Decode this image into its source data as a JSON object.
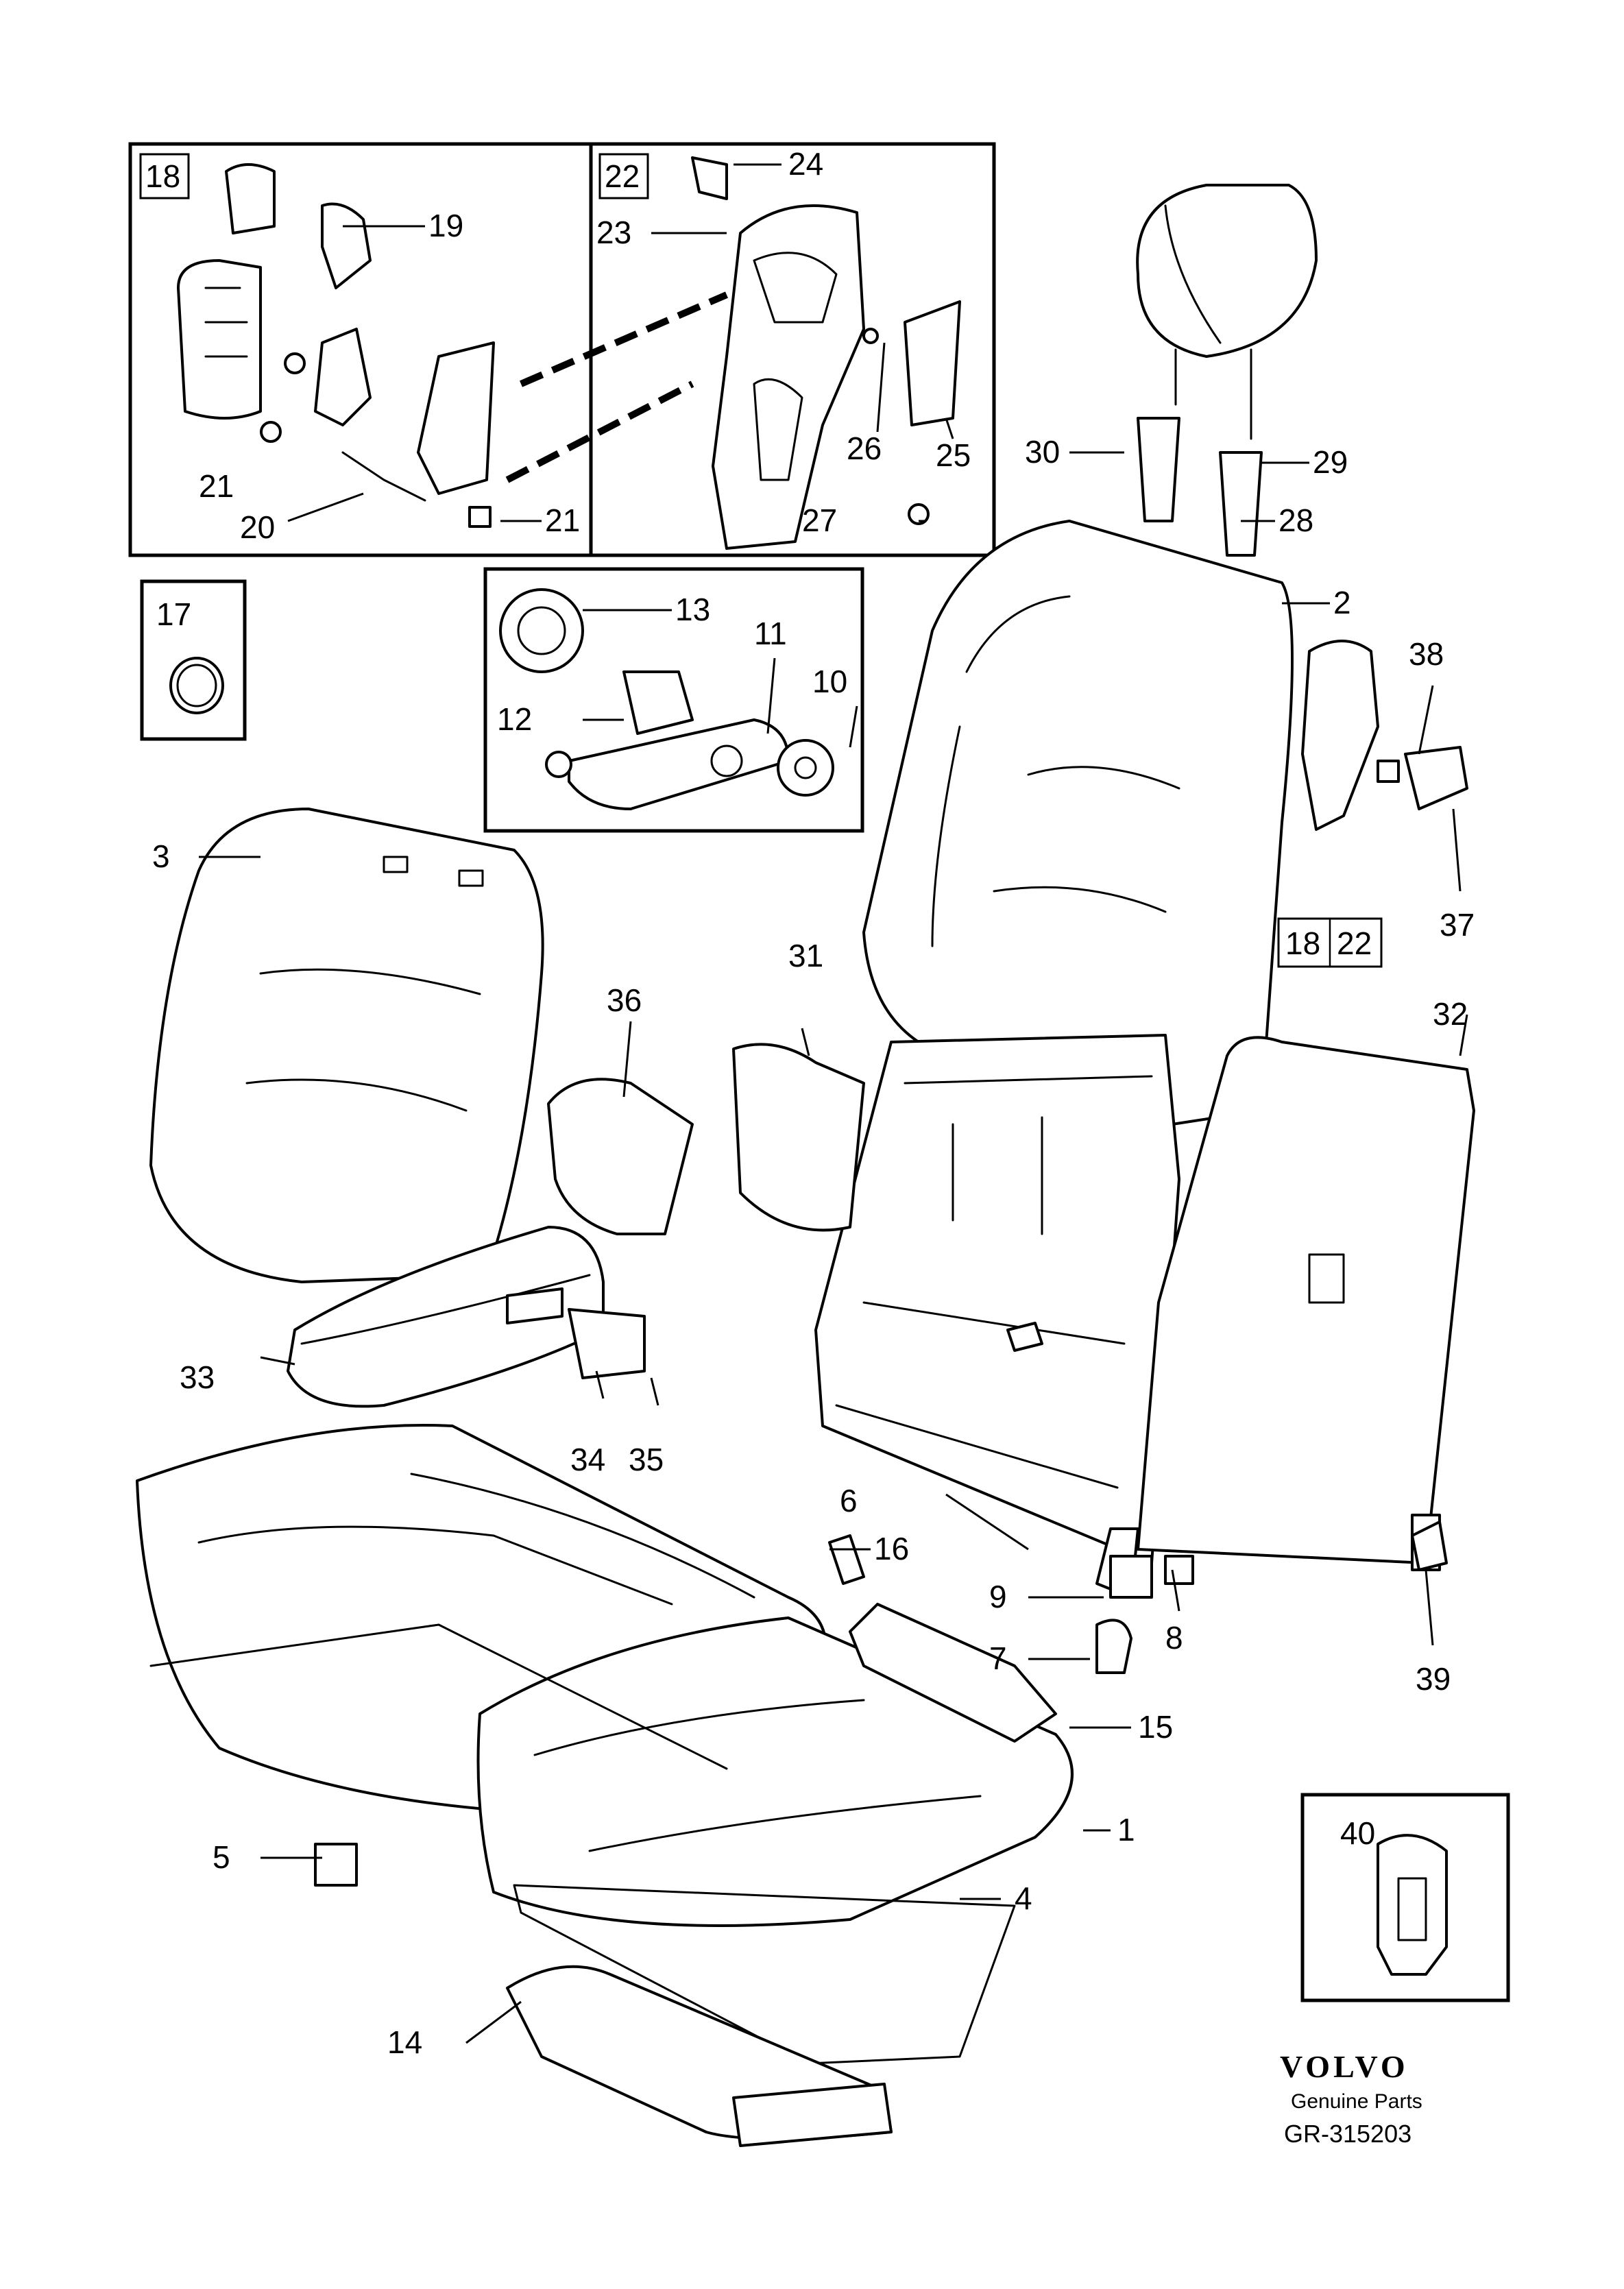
{
  "diagram": {
    "callouts": [
      "1",
      "2",
      "3",
      "4",
      "5",
      "6",
      "7",
      "8",
      "9",
      "10",
      "11",
      "12",
      "13",
      "14",
      "15",
      "16",
      "17",
      "18",
      "19",
      "20",
      "21",
      "22",
      "23",
      "24",
      "25",
      "26",
      "27",
      "28",
      "29",
      "30",
      "31",
      "32",
      "33",
      "34",
      "35",
      "36",
      "37",
      "38",
      "39",
      "40"
    ],
    "boxed_refs": [
      "18",
      "22",
      "17",
      "40"
    ],
    "brand": "VOLVO",
    "brand_sub": "Genuine Parts",
    "diagram_code": "GR-315203"
  }
}
